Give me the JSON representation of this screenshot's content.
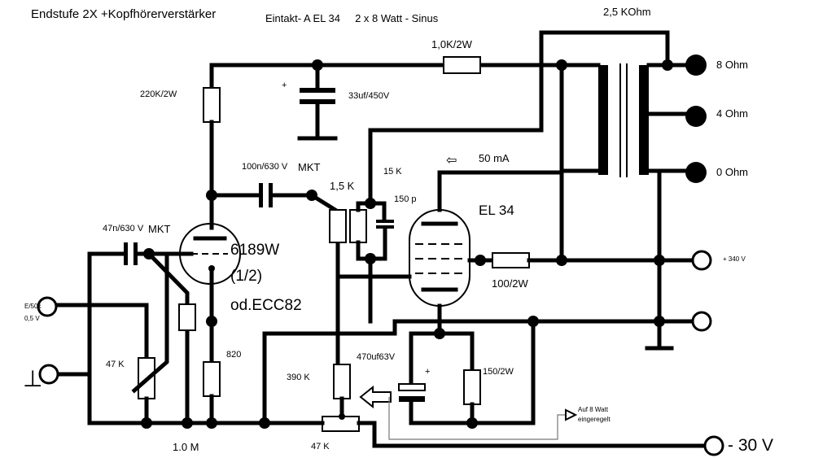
{
  "texts": {
    "title": "Endstufe 2X +Kopfhörerverstärker",
    "subtitle": "Eintakt- A EL 34     2 x 8 Watt - Sinus",
    "impedance": "2,5 KOhm",
    "r_10k": "1,0K/2W",
    "out_8": "8 Ohm",
    "out_4": "4 Ohm",
    "out_0": "0 Ohm",
    "r_220k": "220K/2W",
    "c_33u": "33uf/450V",
    "cap_plus": "+",
    "current": "50 mA",
    "tube_el34": "EL 34",
    "c_100n": "100n/630 V",
    "mkt1": "MKT",
    "r_15k_top": "15 K",
    "r_15k": "1,5 K",
    "c_150p": "150 p",
    "c_47n": "47n/630 V",
    "mkt2": "MKT",
    "tube_6189": "6189W",
    "tube_half": "(1/2)",
    "tube_alt": "od.ECC82",
    "supply_340": "+ 340 V",
    "r_100_2w": "100/2W",
    "input_label_1": "E/50k",
    "input_label_2": "0,5 V",
    "pot_47k": "47 K",
    "r_820": "820",
    "r_390k": "390 K",
    "c_470u": "470uf63V",
    "cap_plus2": "+",
    "r_150_2w": "150/2W",
    "note_1": "Auf 8 Watt",
    "note_2": "eingeregelt",
    "r_1m": "1.0 M",
    "pot_47k_2": "47 K",
    "supply_neg": "- 30 V",
    "ground_sym": "⊥"
  }
}
